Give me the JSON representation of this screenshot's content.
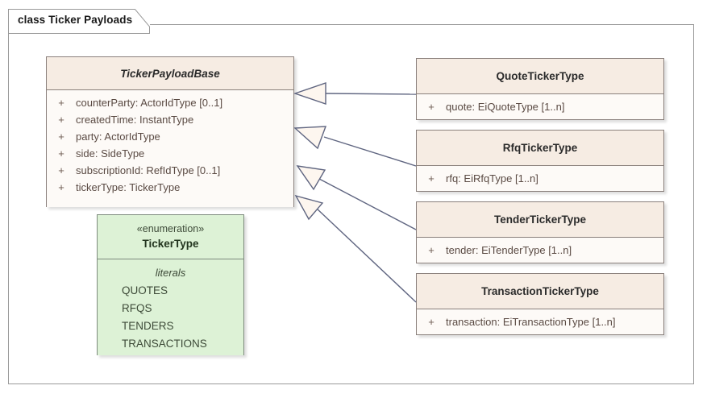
{
  "diagram": {
    "tab_label": "class Ticker Payloads",
    "colors": {
      "class_header_fill": "#f6ece3",
      "class_body_fill": "#fdfaf7",
      "class_border": "#8a807c",
      "enum_fill": "#ddf2d6",
      "enum_border": "#7d8a7d",
      "connector": "#5f6580",
      "frame_border": "#9a9a9a",
      "attribute_text": "#5a4a43"
    }
  },
  "base_class": {
    "name": "TickerPayloadBase",
    "attributes": [
      {
        "visibility": "+",
        "signature": "counterParty: ActorIdType [0..1]"
      },
      {
        "visibility": "+",
        "signature": "createdTime: InstantType"
      },
      {
        "visibility": "+",
        "signature": "party: ActorIdType"
      },
      {
        "visibility": "+",
        "signature": "side: SideType"
      },
      {
        "visibility": "+",
        "signature": "subscriptionId: RefIdType [0..1]"
      },
      {
        "visibility": "+",
        "signature": "tickerType: TickerType"
      }
    ]
  },
  "enumeration": {
    "stereotype": "«enumeration»",
    "name": "TickerType",
    "literals_label": "literals",
    "literals": [
      "QUOTES",
      "RFQS",
      "TENDERS",
      "TRANSACTIONS"
    ]
  },
  "subclasses": [
    {
      "name": "QuoteTickerType",
      "attributes": [
        {
          "visibility": "+",
          "signature": "quote: EiQuoteType [1..n]"
        }
      ]
    },
    {
      "name": "RfqTickerType",
      "attributes": [
        {
          "visibility": "+",
          "signature": "rfq: EiRfqType [1..n]"
        }
      ]
    },
    {
      "name": "TenderTickerType",
      "attributes": [
        {
          "visibility": "+",
          "signature": "tender: EiTenderType [1..n]"
        }
      ]
    },
    {
      "name": "TransactionTickerType",
      "attributes": [
        {
          "visibility": "+",
          "signature": "transaction: EiTransactionType [1..n]"
        }
      ]
    }
  ],
  "relationships": [
    {
      "type": "generalization",
      "from": "QuoteTickerType",
      "to": "TickerPayloadBase"
    },
    {
      "type": "generalization",
      "from": "RfqTickerType",
      "to": "TickerPayloadBase"
    },
    {
      "type": "generalization",
      "from": "TenderTickerType",
      "to": "TickerPayloadBase"
    },
    {
      "type": "generalization",
      "from": "TransactionTickerType",
      "to": "TickerPayloadBase"
    }
  ]
}
